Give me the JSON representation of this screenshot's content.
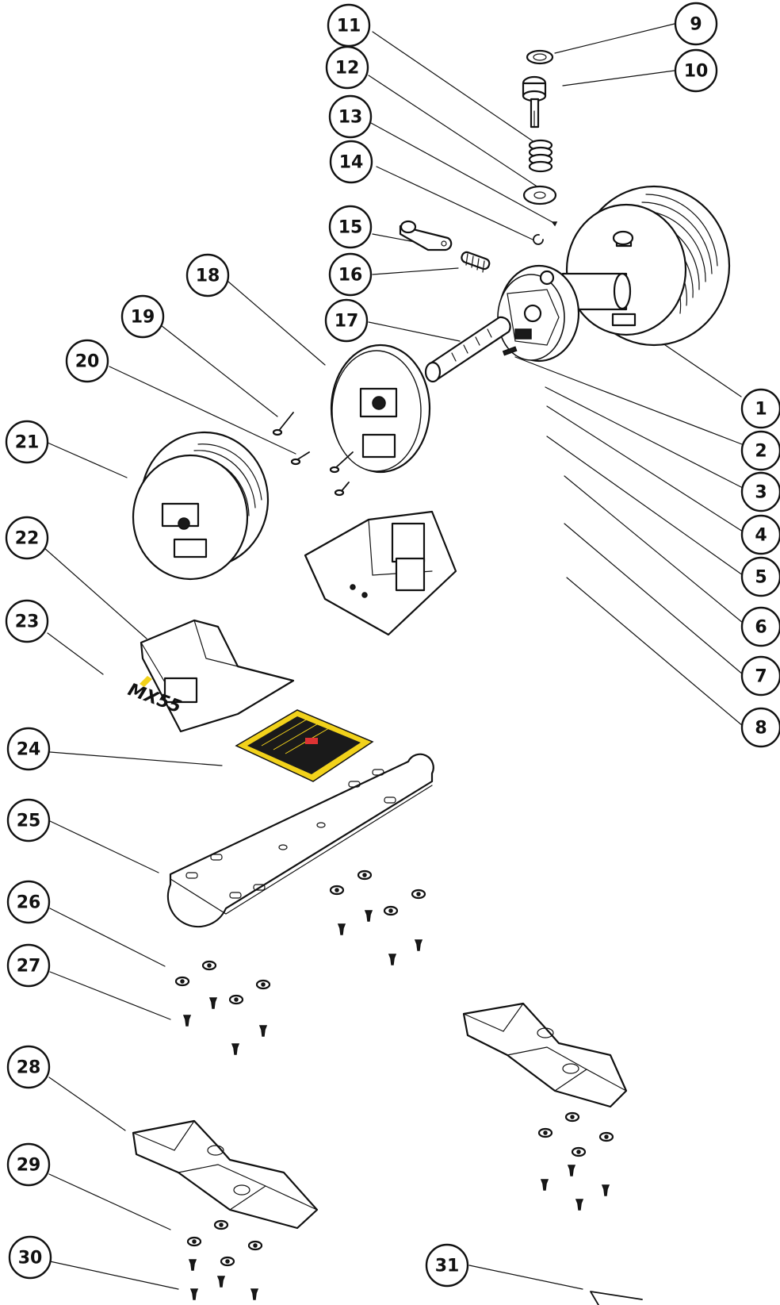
{
  "callouts": [
    "1",
    "2",
    "3",
    "4",
    "5",
    "6",
    "7",
    "8",
    "9",
    "10",
    "11",
    "12",
    "13",
    "14",
    "15",
    "16",
    "17",
    "18",
    "19",
    "20",
    "21",
    "22",
    "23",
    "24",
    "25",
    "26",
    "27",
    "28",
    "29",
    "30",
    "31"
  ],
  "logo": {
    "text": "MX55"
  },
  "colors": {
    "line": "#111111",
    "background": "#ffffff",
    "accent": "#f2d21b",
    "label_panel": "#1a1a1a"
  }
}
